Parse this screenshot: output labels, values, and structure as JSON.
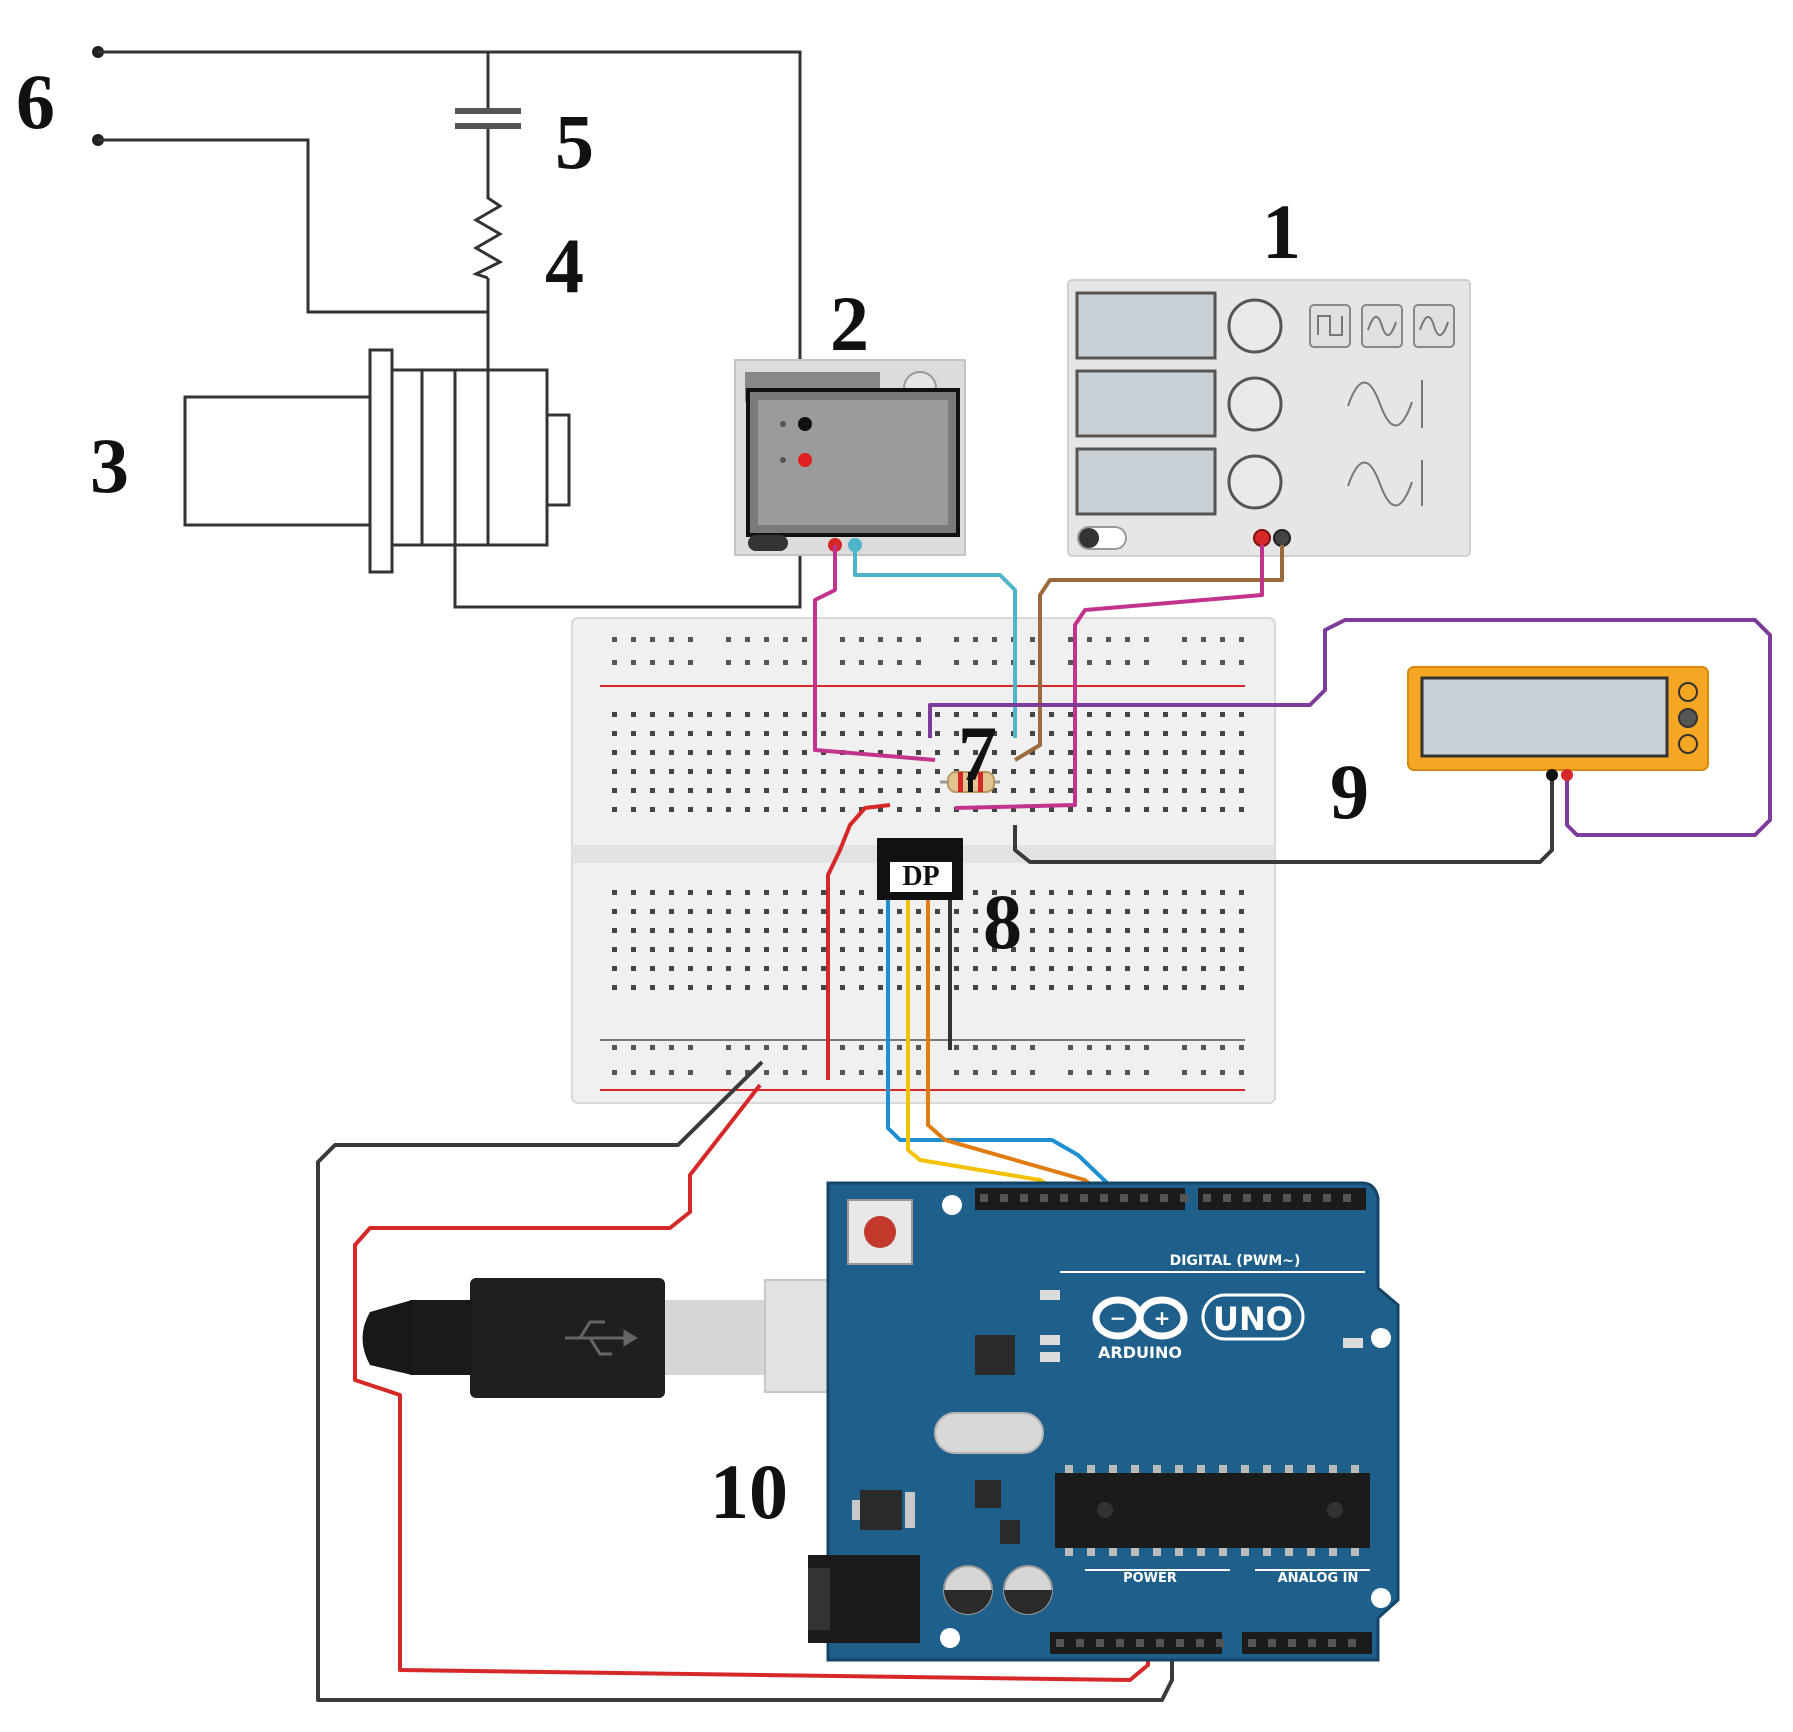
{
  "labels": {
    "l1": "1",
    "l2": "2",
    "l3": "3",
    "l4": "4",
    "l5": "5",
    "l6": "6",
    "l7": "7",
    "l8": "8",
    "l9": "9",
    "l10": "10"
  },
  "ic": {
    "text": "DP"
  },
  "arduino": {
    "logo": "UNO",
    "brand": "ARDUINO",
    "digital": "DIGITAL (PWM~)",
    "power": "POWER",
    "analog": "ANALOG IN"
  },
  "wire_colors": {
    "black": "#3a3a3a",
    "red": "#d62828",
    "magenta": "#c2338d",
    "cyan": "#4fb3c9",
    "brown": "#9a6a3c",
    "purple": "#7d3b9a",
    "blue": "#1e8fd0",
    "yellow": "#f2c200",
    "orange": "#e07b10"
  },
  "board_colors": {
    "arduino": "#1f5f8b",
    "breadboard": "#f0f0f0",
    "multimeter": "#f5a623"
  }
}
